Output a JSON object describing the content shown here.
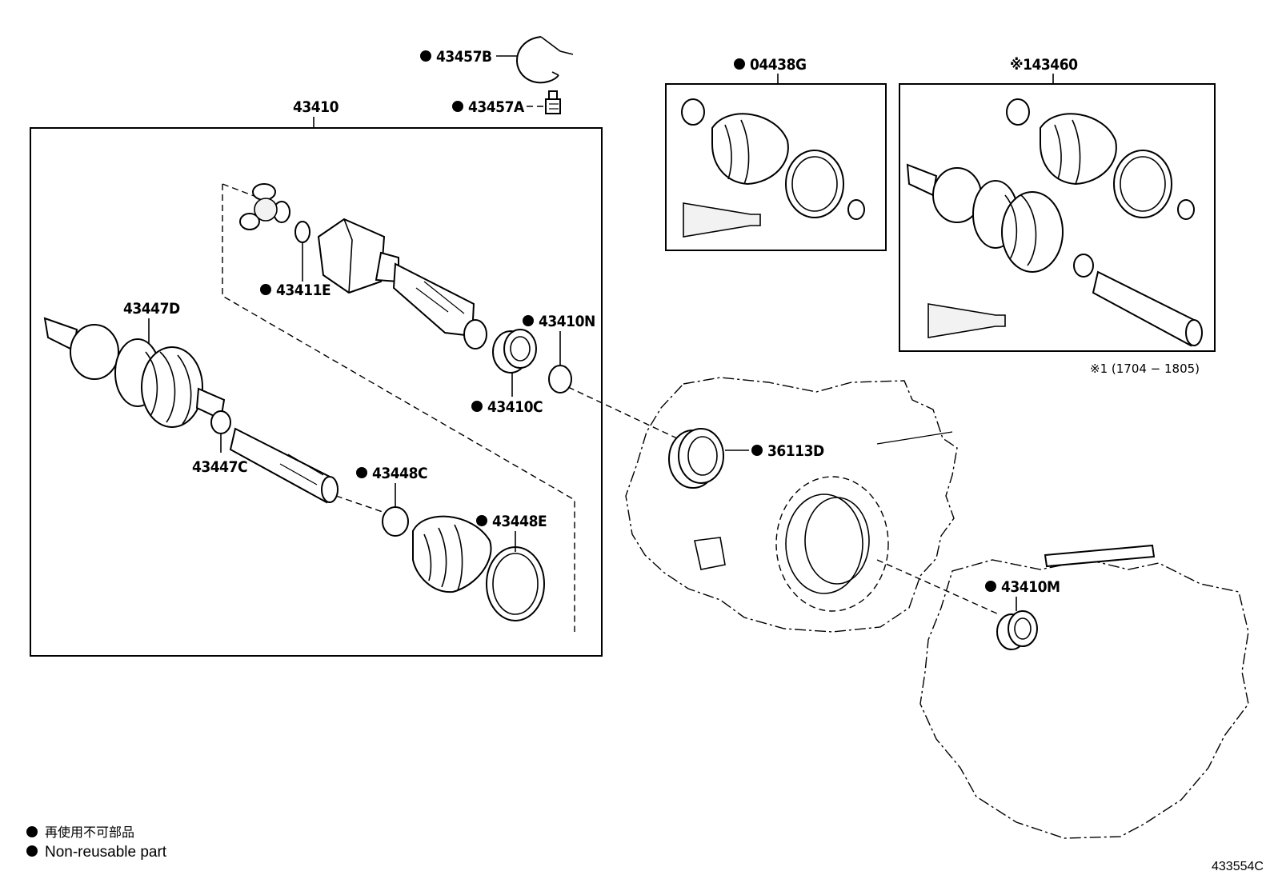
{
  "labels": {
    "p43457B": "43457B",
    "p43457A": "43457A",
    "p43410": "43410",
    "p04438G": "04438G",
    "p43460": "43460",
    "p43460_prefix": "※1",
    "p43411E": "43411E",
    "p43447D": "43447D",
    "p43410N": "43410N",
    "p43410C": "43410C",
    "p43447C": "43447C",
    "p43448C": "43448C",
    "p43448E": "43448E",
    "p36113D": "36113D",
    "p43410M": "43410M"
  },
  "note": "※1 (1704 − 1805)",
  "legend": {
    "jp": "再使用不可部品",
    "en": "Non-reusable part"
  },
  "illustration_code": "433554C"
}
